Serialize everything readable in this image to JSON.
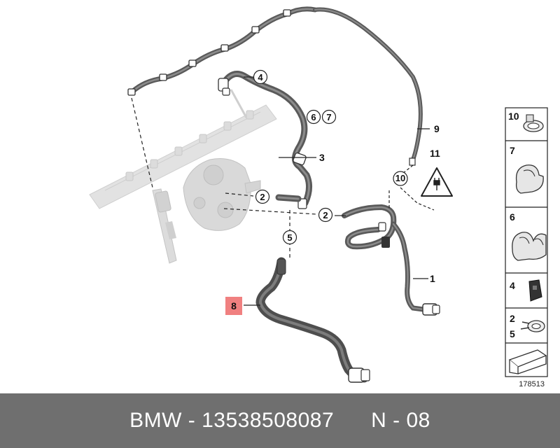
{
  "callouts": {
    "c1": "1",
    "c2a": "2",
    "c2b": "2",
    "c3": "3",
    "c4": "4",
    "c5": "5",
    "c6": "6",
    "c7": "7",
    "c8": "8",
    "c9": "9",
    "c10": "10",
    "c11": "11"
  },
  "legend": {
    "k10": "10",
    "k7": "7",
    "k6": "6",
    "k4": "4",
    "k2": "2",
    "k5": "5"
  },
  "catalog_number": "178513",
  "footer": {
    "brand": "BMW",
    "sep1": " - ",
    "part_number": "13538508087",
    "gap": "      ",
    "ref": "N - 08"
  },
  "colors": {
    "hose": "#5a5a5a",
    "hose_light": "#8c8c8c",
    "ghost": "#d6d6d6",
    "highlight": "#f08080",
    "footer_bg": "#6f6f6f"
  }
}
